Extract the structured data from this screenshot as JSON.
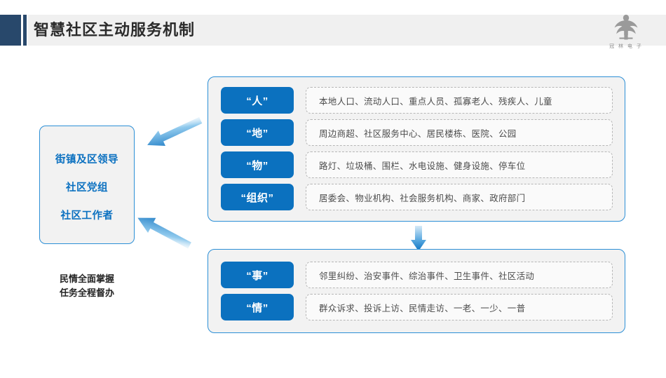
{
  "header": {
    "title": "智慧社区主动服务机制",
    "accent_dark": "#28486b",
    "band_bg": "#f0f0f0"
  },
  "logo": {
    "icon": "tree-logo-icon",
    "text": "冠 林 电 子",
    "color": "#8d8d8d"
  },
  "roles": {
    "items": [
      {
        "label": "街镇及区领导"
      },
      {
        "label": "社区党组"
      },
      {
        "label": "社区工作者"
      }
    ],
    "caption": [
      "民情全面掌握",
      "任务全程督办"
    ],
    "text_color": "#0a70c0"
  },
  "panels": [
    {
      "name": "resources-panel",
      "rows": [
        {
          "chip": "“人”",
          "desc": "本地人口、流动人口、重点人员、孤寡老人、残疾人、儿童"
        },
        {
          "chip": "“地”",
          "desc": "周边商超、社区服务中心、居民楼栋、医院、公园"
        },
        {
          "chip": "“物”",
          "desc": "路灯、垃圾桶、围栏、水电设施、健身设施、停车位"
        },
        {
          "chip": "“组织”",
          "desc": "居委会、物业机构、社会服务机构、商家、政府部门"
        }
      ]
    },
    {
      "name": "events-panel",
      "rows": [
        {
          "chip": "“事”",
          "desc": "邻里纠纷、治安事件、综治事件、卫生事件、社区活动"
        },
        {
          "chip": "“情”",
          "desc": "群众诉求、投诉上访、民情走访、一老、一少、一普"
        }
      ]
    }
  ],
  "arrows": {
    "up_left": "arrow-up-left-icon",
    "down_left": "arrow-down-left-icon",
    "down": "arrow-down-icon",
    "color": "#1a7fc8"
  }
}
